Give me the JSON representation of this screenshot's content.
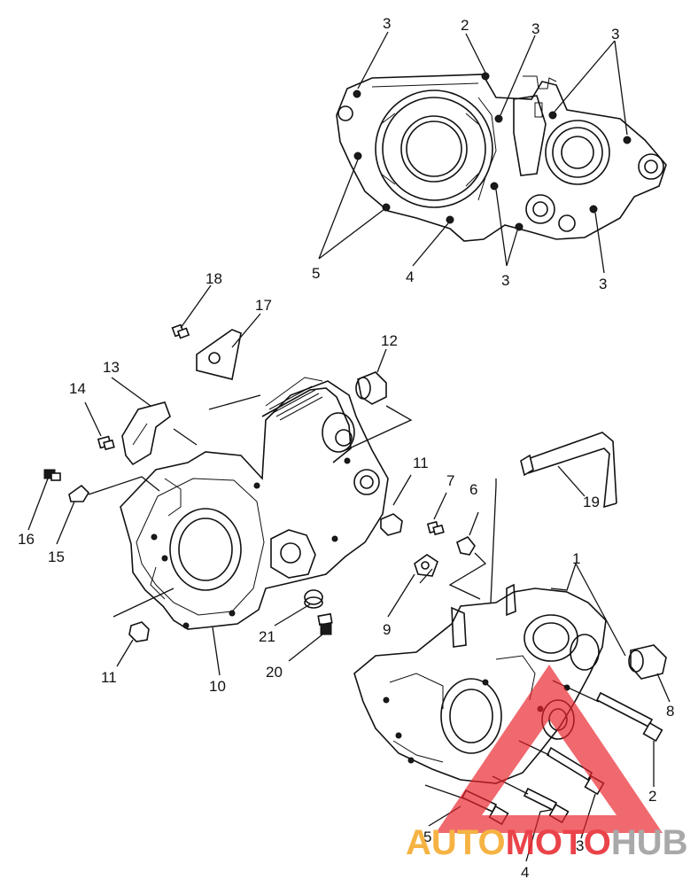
{
  "callouts": [
    {
      "key": "c3a",
      "text": "3"
    },
    {
      "key": "c2a",
      "text": "2"
    },
    {
      "key": "c3b",
      "text": "3"
    },
    {
      "key": "c3c",
      "text": "3"
    },
    {
      "key": "c5a",
      "text": "5"
    },
    {
      "key": "c4a",
      "text": "4"
    },
    {
      "key": "c3d",
      "text": "3"
    },
    {
      "key": "c3e",
      "text": "3"
    },
    {
      "key": "c18",
      "text": "18"
    },
    {
      "key": "c17",
      "text": "17"
    },
    {
      "key": "c12",
      "text": "12"
    },
    {
      "key": "c13",
      "text": "13"
    },
    {
      "key": "c14",
      "text": "14"
    },
    {
      "key": "c16",
      "text": "16"
    },
    {
      "key": "c15",
      "text": "15"
    },
    {
      "key": "c11a",
      "text": "11"
    },
    {
      "key": "c7",
      "text": "7"
    },
    {
      "key": "c6",
      "text": "6"
    },
    {
      "key": "c19",
      "text": "19"
    },
    {
      "key": "c1",
      "text": "1"
    },
    {
      "key": "c9",
      "text": "9"
    },
    {
      "key": "c21",
      "text": "21"
    },
    {
      "key": "c20",
      "text": "20"
    },
    {
      "key": "c11b",
      "text": "11"
    },
    {
      "key": "c10",
      "text": "10"
    },
    {
      "key": "c8",
      "text": "8"
    },
    {
      "key": "c2b",
      "text": "2"
    },
    {
      "key": "c5b",
      "text": "5"
    },
    {
      "key": "c3f",
      "text": "3"
    },
    {
      "key": "c4b",
      "text": "4"
    }
  ],
  "watermark": {
    "part1": "AUTO",
    "part2": "MOTO",
    "part3": "HUB",
    "color_orange": "#f5a623",
    "color_red": "#e8232b",
    "color_grey": "#9b9b9b"
  }
}
